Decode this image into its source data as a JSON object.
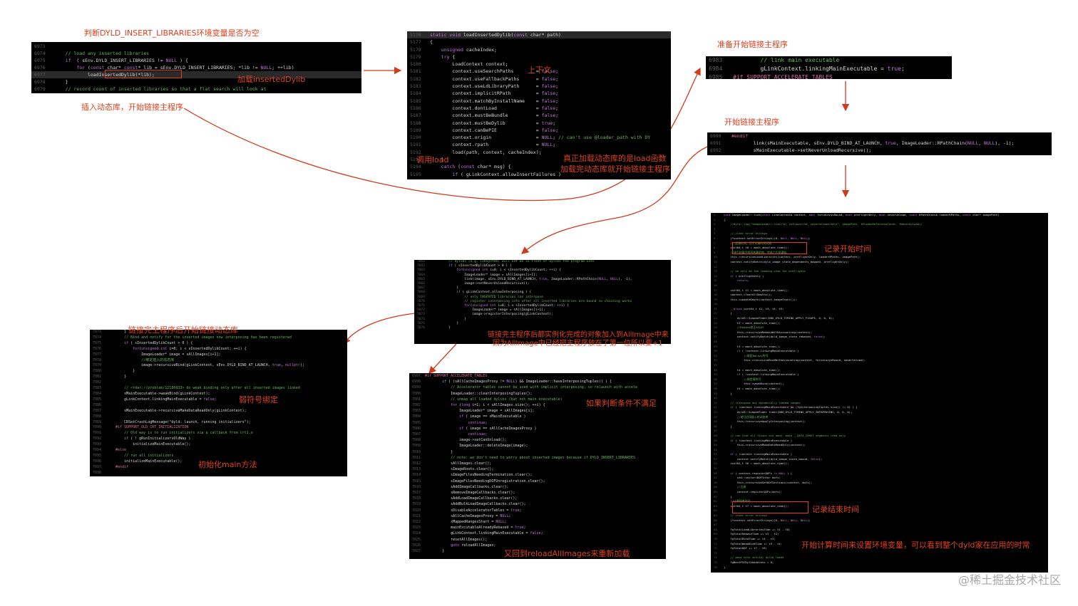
{
  "annotations": {
    "check_env": "判断DYLD_INSERT_LIBRARIES环境变量是否为空",
    "insert_libs": "插入动态库，开始链接主程序",
    "load_inserted": "加载insertedDylib",
    "context": "上下文",
    "call_load": "调用load",
    "real_load": "真正加载动态库的是load函数",
    "after_load": "加载完动态库就开始链接主程序",
    "prepare_link": "准备开始链接主程序",
    "start_link": "开始链接主程序",
    "record_start": "记录开始时间",
    "record_end": "记录结束时间",
    "env_time": "开始计算时间来设置环境变量，可以看到整个dyld家在应用的时常",
    "link_inserted": "链接完主程序后开始链接动态库",
    "link_note_1": "链接完主程序后都实例化完成的对象加入到AllImage中来",
    "link_note_2": "因为AllImage中已经把主程序放在了第一位所以要+1",
    "weak_bind": "弱符号绑定",
    "init_main": "初始化main方法",
    "if_fail": "如果判断条件不满足",
    "reload": "又回到reloadAllImages来重新加载"
  },
  "panel1": {
    "lines": [
      {
        "n": "6973",
        "t": ""
      },
      {
        "n": "6974",
        "t": "    // load any inserted libraries"
      },
      {
        "n": "6975",
        "t": "    if  ( sEnv.DYLD_INSERT_LIBRARIES != NULL ) {"
      },
      {
        "n": "6976",
        "t": "        for (const char* const* lib = sEnv.DYLD_INSERT_LIBRARIES; *lib != NULL; ++lib)"
      },
      {
        "n": "6977",
        "t": "            loadInsertedDylib(*lib);"
      },
      {
        "n": "6978",
        "t": "    }"
      },
      {
        "n": "6979",
        "t": "    // record count of inserted libraries so that a flat search will look at"
      }
    ]
  },
  "panel2": {
    "lines": [
      {
        "n": "5176",
        "t": "static void loadInsertedDylib(const char* path)"
      },
      {
        "n": "5177",
        "t": "{"
      },
      {
        "n": "5178",
        "t": "    unsigned cacheIndex;"
      },
      {
        "n": "5179",
        "t": "    try {"
      },
      {
        "n": "5180",
        "t": "        LoadContext context;"
      },
      {
        "n": "5181",
        "t": "        context.useSearchPaths        = false;"
      },
      {
        "n": "5182",
        "t": "        context.useFallbackPaths      = false;"
      },
      {
        "n": "5183",
        "t": "        context.useLdLibraryPath      = false;"
      },
      {
        "n": "5184",
        "t": "        context.implicitRPath         = false;"
      },
      {
        "n": "5185",
        "t": "        context.matchByInstallName    = false;"
      },
      {
        "n": "5186",
        "t": "        context.dontLoad              = false;"
      },
      {
        "n": "5187",
        "t": "        context.mustBeBundle          = false;"
      },
      {
        "n": "5188",
        "t": "        context.mustBeDylib           = true;"
      },
      {
        "n": "5189",
        "t": "        context.canBePIE              = false;"
      },
      {
        "n": "5190",
        "t": "        context.origin                = NULL; // can't use @loader_path with DY"
      },
      {
        "n": "5191",
        "t": "        context.rpath                 = NULL;"
      },
      {
        "n": "5192",
        "t": "        load(path, context, cacheIndex);"
      },
      {
        "n": "5193",
        "t": "    }"
      },
      {
        "n": "5194",
        "t": "    catch (const char* msg) {"
      },
      {
        "n": "5195",
        "t": "        if ( gLinkContext.allowInsertFailures )"
      }
    ]
  },
  "panel3": {
    "lines": [
      {
        "n": "6983",
        "t": "        // link main executable"
      },
      {
        "n": "6984",
        "t": "        gLinkContext.linkingMainExecutable = true;"
      },
      {
        "n": "6985",
        "t": "#if SUPPORT_ACCELERATE_TABLES"
      }
    ]
  },
  "panel4": {
    "lines": [
      {
        "n": "6990",
        "t": "#endif"
      },
      {
        "n": "6991",
        "t": "        link(sMainExecutable, sEnv.DYLD_BIND_AT_LAUNCH, true, ImageLoader::RPathChain(NULL, NULL), -1);"
      },
      {
        "n": "6992",
        "t": "        sMainExecutable->setNeverUnloadRecursive();"
      }
    ]
  },
  "panel5": {
    "lines": [
      {
        "n": "7061",
        "t": "        // dylibs (e.g. libSystem) will not be in front of dylibs the program uses"
      },
      {
        "n": "7062",
        "t": "        if ( sInsertedDylibCount > 0 ) {"
      },
      {
        "n": "7063",
        "t": "            for(unsigned int i=0; i < sInsertedDylibCount; ++i) {"
      },
      {
        "n": "7064",
        "t": "                ImageLoader* image = sAllImages[i+1];"
      },
      {
        "n": "7065",
        "t": "                link(image, sEnv.DYLD_BIND_AT_LAUNCH, true, ImageLoader::RPathChain(NULL, NULL), -1);"
      },
      {
        "n": "7066",
        "t": "                image->setNeverUnloadRecursive();"
      },
      {
        "n": "7067",
        "t": "            }"
      },
      {
        "n": "7068",
        "t": "            if ( gLinkContext.allowInterposing ) {"
      },
      {
        "n": "7069",
        "t": "                // only INSERTED libraries can interpose"
      },
      {
        "n": "7070",
        "t": "                // register interposing info after all inserted libraries are bound so chaining works"
      },
      {
        "n": "7071",
        "t": "                for(unsigned int i=0; i < sInsertedDylibCount; ++i) {"
      },
      {
        "n": "7072",
        "t": "                    ImageLoader* image = sAllImages[i+1];"
      },
      {
        "n": "7073",
        "t": "                    image->registerInterposing(gLinkContext);"
      },
      {
        "n": "7074",
        "t": "                }"
      },
      {
        "n": "7075",
        "t": "            }"
      },
      {
        "n": "7076",
        "t": "        }"
      }
    ]
  },
  "panel6": {
    "lines": [
      {
        "n": "7073",
        "t": "        }"
      },
      {
        "n": "7074",
        "t": "        // Bind and notify for the inserted images now interposing has been registered"
      },
      {
        "n": "7075",
        "t": "        if ( sInsertedDylibCount > 0 ) {"
      },
      {
        "n": "7076",
        "t": "            for(unsigned int i=0; i < sInsertedDylibCount; ++i) {"
      },
      {
        "n": "7077",
        "t": "                ImageLoader* image = sAllImages[i+1];"
      },
      {
        "n": "7078",
        "t": "                //绑定插入的动态库"
      },
      {
        "n": "7079",
        "t": "                image->recursiveBind(gLinkContext, sEnv.DYLD_BIND_AT_LAUNCH, true, nullptr);"
      },
      {
        "n": "7080",
        "t": "            }"
      },
      {
        "n": "7081",
        "t": "        }"
      },
      {
        "n": "7082",
        "t": ""
      },
      {
        "n": "7083",
        "t": "        // <rdar://problem/12186933> do weak binding only after all inserted images linked"
      },
      {
        "n": "7084",
        "t": "        sMainExecutable->weakBind(gLinkContext);"
      },
      {
        "n": "7085",
        "t": "        gLinkContext.linkingMainExecutable = false;"
      },
      {
        "n": "7086",
        "t": ""
      },
      {
        "n": "7087",
        "t": "        sMainExecutable->recursiveMakeDataReadOnly(gLinkContext);"
      },
      {
        "n": "7088",
        "t": ""
      },
      {
        "n": "7089",
        "t": "        CRSetCrashLogMessage(\"dyld: launch, running initializers\");"
      },
      {
        "n": "7090",
        "t": "    #if SUPPORT_OLD_CRT_INITIALIZATION"
      },
      {
        "n": "7091",
        "t": "        // Old way is to run initializers via a callback from crt1.o"
      },
      {
        "n": "7092",
        "t": "        if ( ! gRunInitializersOldWay )"
      },
      {
        "n": "7093",
        "t": "            initializeMainExecutable();"
      },
      {
        "n": "7094",
        "t": "    #else"
      },
      {
        "n": "7095",
        "t": "        // run all initializers"
      },
      {
        "n": "7096",
        "t": "        initializeMainExecutable();"
      },
      {
        "n": "7097",
        "t": "    #endif"
      },
      {
        "n": "7098",
        "t": ""
      }
    ]
  },
  "panel7": {
    "lines": [
      {
        "n": "6997",
        "t": "#if SUPPORT_ACCELERATE_TABLES"
      },
      {
        "n": "6998",
        "t": "        if ( (sAllCacheImagesProxy != NULL) && ImageLoader::haveInterposingTuples() ) {"
      },
      {
        "n": "6999",
        "t": "            // Accelerator tables cannot be used with implicit interposing, so relaunch with accele"
      },
      {
        "n": "7000",
        "t": "            ImageLoader::clearInterposingTuples();"
      },
      {
        "n": "7001",
        "t": "            // unmap all loaded dylibs (but not main executable)"
      },
      {
        "n": "7002",
        "t": "            for (long i=1; i < sAllImages.size(); ++i) {"
      },
      {
        "n": "7003",
        "t": "                ImageLoader* image = sAllImages[i];"
      },
      {
        "n": "7004",
        "t": "                if ( image == sMainExecutable )"
      },
      {
        "n": "7005",
        "t": "                    continue;"
      },
      {
        "n": "7006",
        "t": "                if ( image == sAllCacheImagesProxy )"
      },
      {
        "n": "7007",
        "t": "                    continue;"
      },
      {
        "n": "7008",
        "t": "                image->setCanUnload();"
      },
      {
        "n": "7009",
        "t": "                ImageLoader::deleteImage(image);"
      },
      {
        "n": "7010",
        "t": "            }"
      },
      {
        "n": "7011",
        "t": "            // note: we don't need to worry about inserted images because if DYLD_INSERT_LIBRARIES"
      },
      {
        "n": "7012",
        "t": "            sAllImages.clear();"
      },
      {
        "n": "7013",
        "t": "            sImageRoots.clear();"
      },
      {
        "n": "7014",
        "t": "            sImageFilesNeedingTermination.clear();"
      },
      {
        "n": "7015",
        "t": "            sImageFilesNeedingDOFUnregistration.clear();"
      },
      {
        "n": "7016",
        "t": "            sAddImageCallbacks.clear();"
      },
      {
        "n": "7017",
        "t": "            sRemoveImageCallbacks.clear();"
      },
      {
        "n": "7018",
        "t": "            sAddLoadImageCallbacks.clear();"
      },
      {
        "n": "7019",
        "t": "            sAddBulkLoadImageCallbacks.clear();"
      },
      {
        "n": "7020",
        "t": "            sDisableAcceleratorTables = true;"
      },
      {
        "n": "7021",
        "t": "            sAllCacheImagesProxy = NULL;"
      },
      {
        "n": "7022",
        "t": "            sMappedRangesStart = NULL;"
      },
      {
        "n": "7023",
        "t": "            mainExcutableAlreadyRebased = true;"
      },
      {
        "n": "7024",
        "t": "            gLinkContext.linkingMainExecutable = false;"
      },
      {
        "n": "7025",
        "t": "            resetAllImages();"
      },
      {
        "n": "7026",
        "t": "            goto reloadAllImages;"
      },
      {
        "n": "7027",
        "t": "        }"
      }
    ]
  },
  "panel8": {
    "lines": [
      {
        "n": "1",
        "t": "void ImageLoader::link(const LinkContext& context, bool forceLazysBound, bool preflightOnly, bool neverUnload, const RPathChain& loaderRPaths, const char* imagePath)"
      },
      {
        "n": "2",
        "t": "{"
      },
      {
        "n": "3",
        "t": "    //dyld::log(\"ImageLoader::link(%s) refCount=%d, neverUnload=%d\\n\", imagePath, fDlopenReferenceCount, fNeverUnload);"
      },
      {
        "n": "4",
        "t": ""
      },
      {
        "n": "5",
        "t": "    // clear error strings"
      },
      {
        "n": "6",
        "t": "    (*context.setErrorStrings)(0, NULL, NULL, NULL);"
      },
      {
        "n": "7",
        "t": "    // 起始时间。用于记录时间间隔"
      },
      {
        "n": "8",
        "t": "    uint64_t t0 = mach_absolute_time();"
      },
      {
        "n": "9",
        "t": "    //递归加载主程序依赖的库，完成之后发通知。"
      },
      {
        "n": "10",
        "t": "    this->recursiveLoadLibraries(context, preflightOnly, loaderRPaths, imagePath);"
      },
      {
        "n": "11",
        "t": "    context.notifyBatch(dyld_image_state_dependents_mapped, preflightOnly);"
      },
      {
        "n": "12",
        "t": ""
      },
      {
        "n": "13",
        "t": "    // we only do the loading step for preflights"
      },
      {
        "n": "14",
        "t": "    if ( preflightOnly )"
      },
      {
        "n": "15",
        "t": "        return;"
      },
      {
        "n": "16",
        "t": ""
      },
      {
        "n": "17",
        "t": "    uint64_t t1 = mach_absolute_time();"
      },
      {
        "n": "18",
        "t": "    context.clearAllDepths();"
      },
      {
        "n": "19",
        "t": "    this->updateDepth(context.imageCount());"
      },
      {
        "n": "20",
        "t": ""
      },
      {
        "n": "21",
        "t": "    __block uint64_t t2, t3, t4, t5;"
      },
      {
        "n": "22",
        "t": "    {"
      },
      {
        "n": "23",
        "t": "        dyld3::ScopedTimer(DBG_DYLD_TIMING_APPLY_FIXUPS, 0, 0, 0);"
      },
      {
        "n": "24",
        "t": "        t2 = mach_absolute_time();"
      },
      {
        "n": "25",
        "t": "        //Rebase修正ASLR!"
      },
      {
        "n": "26",
        "t": "        this->recursiveRebaseWithAccounting(context);"
      },
      {
        "n": "27",
        "t": "        context.notifyBatch(dyld_image_state_rebased, false);"
      },
      {
        "n": "28",
        "t": ""
      },
      {
        "n": "29",
        "t": "        t3 = mach_absolute_time();"
      },
      {
        "n": "30",
        "t": "        if ( !context.linkingMainExecutable )"
      },
      {
        "n": "31",
        "t": "            //绑定NoLazy符号"
      },
      {
        "n": "32",
        "t": "            this->recursiveBindWithAccounting(context, forceLazysBound, neverUnload);"
      },
      {
        "n": "33",
        "t": ""
      },
      {
        "n": "34",
        "t": "        t4 = mach_absolute_time();"
      },
      {
        "n": "35",
        "t": "        if ( !context.linkingMainExecutable )"
      },
      {
        "n": "36",
        "t": "            //绑定弱符号"
      },
      {
        "n": "37",
        "t": "            this->weakBind(context);"
      },
      {
        "n": "38",
        "t": "        t5 = mach_absolute_time();"
      },
      {
        "n": "39",
        "t": "    }"
      },
      {
        "n": "40",
        "t": ""
      },
      {
        "n": "41",
        "t": "    // interpose any dynamically loaded images"
      },
      {
        "n": "42",
        "t": "    if ( !context.linkingMainExecutable && (fgInterposingTuples.size() != 0) ) {"
      },
      {
        "n": "43",
        "t": "        dyld3::ScopedTimer timer(DBG_DYLD_TIMING_APPLY_INTERPOSING, 0, 0, 0);"
      },
      {
        "n": "44",
        "t": "        //递归应用插入的动态库"
      },
      {
        "n": "45",
        "t": "        this->recursiveApplyInterposing(context);"
      },
      {
        "n": "46",
        "t": "    }"
      },
      {
        "n": "47",
        "t": ""
      },
      {
        "n": "48",
        "t": "    // now that all fixups are done, make __DATA_CONST segments read-only"
      },
      {
        "n": "49",
        "t": "    if ( !context.linkingMainExecutable )"
      },
      {
        "n": "50",
        "t": "        this->recursiveMakeDataReadOnly(context);"
      },
      {
        "n": "51",
        "t": ""
      },
      {
        "n": "52",
        "t": "    if ( !context.linkingMainExecutable )"
      },
      {
        "n": "53",
        "t": "        context.notifyBatch(dyld_image_state_bound, false);"
      },
      {
        "n": "54",
        "t": "    uint64_t t6 = mach_absolute_time();"
      },
      {
        "n": "55",
        "t": ""
      },
      {
        "n": "56",
        "t": "    if ( context.registerDOFs != NULL ) {"
      },
      {
        "n": "57",
        "t": "        std::vector<DOFInfo> dofs;"
      },
      {
        "n": "58",
        "t": "        this->recursiveGetDOFSections(context, dofs);"
      },
      {
        "n": "59",
        "t": "        //注册"
      },
      {
        "n": "60",
        "t": "        context.registerDOFs(dofs);"
      },
      {
        "n": "61",
        "t": "    }"
      },
      {
        "n": "62",
        "t": "    //计算结束时间."
      },
      {
        "n": "63",
        "t": "    uint64_t t7 = mach_absolute_time();"
      },
      {
        "n": "64",
        "t": ""
      },
      {
        "n": "65",
        "t": "    // clear error strings"
      },
      {
        "n": "66",
        "t": "    (*context.setErrorStrings)(0, NULL, NULL, NULL);"
      },
      {
        "n": "67",
        "t": ""
      },
      {
        "n": "68",
        "t": "    fgTotalLoadLibrariesTime += t1 - t0;"
      },
      {
        "n": "69",
        "t": "    fgTotalRebaseTime += t3 - t2;"
      },
      {
        "n": "70",
        "t": "    fgTotalBindTime += t4 - t3;"
      },
      {
        "n": "71",
        "t": "    fgTotalWeakBindTime += t5 - t4;"
      },
      {
        "n": "72",
        "t": "    fgTotalDOF += t7 - t6;"
      },
      {
        "n": "73",
        "t": ""
      },
      {
        "n": "74",
        "t": "    // done with initial dylib loads"
      },
      {
        "n": "75",
        "t": "    fgNextPIEDylibAddress = 0;"
      },
      {
        "n": "76",
        "t": "}"
      }
    ]
  },
  "watermark": "@稀土掘金技术社区",
  "colors": {
    "annotation": "#e0401e",
    "panel_bg": "#000000",
    "comment": "#69b85c",
    "keyword": "#c678dd",
    "function": "#66c2ff"
  }
}
